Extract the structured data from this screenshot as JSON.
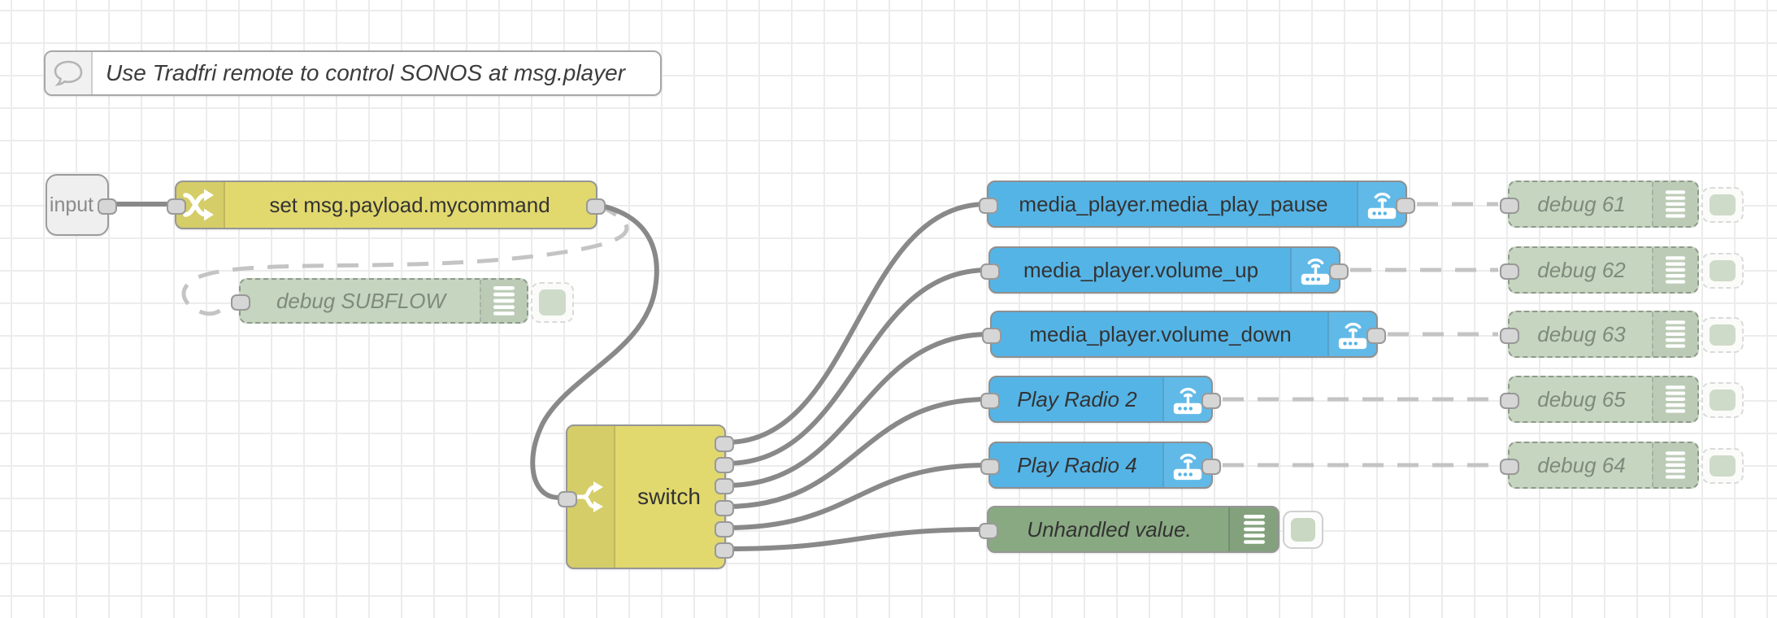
{
  "canvas": {
    "grid_line": "#ececec",
    "background": "#ffffff"
  },
  "comment": {
    "label": "Use Tradfri remote to control SONOS at msg.player"
  },
  "link_in": {
    "label": "input"
  },
  "change": {
    "label": "set msg.payload.mycommand"
  },
  "debug_subflow": {
    "label": "debug SUBFLOW"
  },
  "switch": {
    "label": "switch",
    "outputs": 6
  },
  "service_nodes": [
    {
      "label": "media_player.media_play_pause"
    },
    {
      "label": "media_player.volume_up"
    },
    {
      "label": "media_player.volume_down"
    },
    {
      "label": "Play Radio 2"
    },
    {
      "label": "Play Radio 4"
    }
  ],
  "unhandled": {
    "label": "Unhandled value."
  },
  "debug_nodes": [
    {
      "label": "debug 61"
    },
    {
      "label": "debug 62"
    },
    {
      "label": "debug 63"
    },
    {
      "label": "debug 65"
    },
    {
      "label": "debug 64"
    }
  ],
  "colors": {
    "function_yellow": "#e2d96e",
    "service_blue": "#55b4e6",
    "debug_green": "#89a982",
    "disabled_green": "#c5d5bf",
    "wire": "#898989",
    "wire_dashed": "#c4c4c4",
    "port_fill": "#d6d6d6",
    "port_border": "#999999"
  }
}
